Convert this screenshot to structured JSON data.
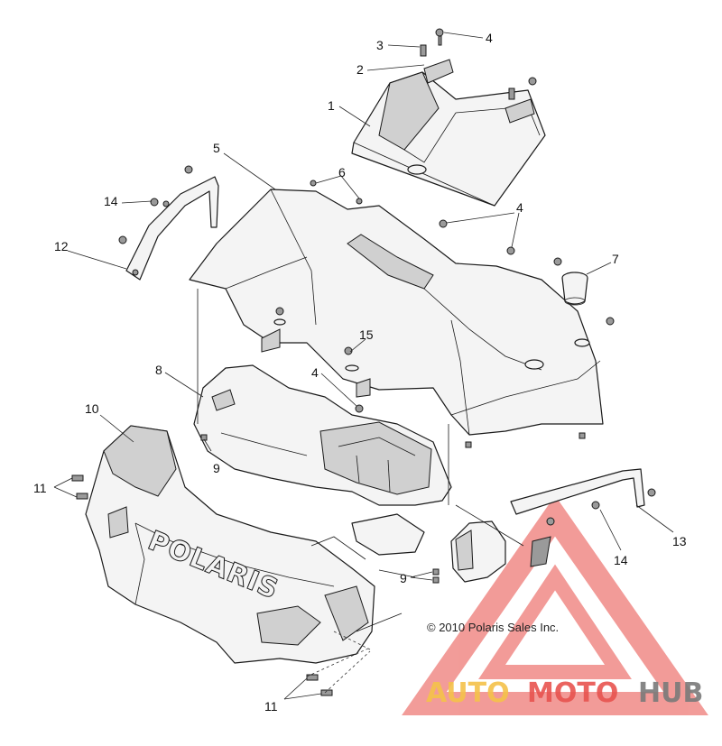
{
  "diagram": {
    "callouts": {
      "c1": "1",
      "c2": "2",
      "c3": "3",
      "c4a": "4",
      "c4b": "4",
      "c4c": "4",
      "c5": "5",
      "c6": "6",
      "c7": "7",
      "c8": "8",
      "c9a": "9",
      "c9b": "9",
      "c10": "10",
      "c11a": "11",
      "c11b": "11",
      "c12": "12",
      "c13": "13",
      "c14a": "14",
      "c14b": "14",
      "c15": "15"
    },
    "copyright": "© 2010 Polaris Sales Inc.",
    "hood_lettering": "POLARIS"
  },
  "watermark": {
    "part1": "AUTO",
    "part2": "MOTO",
    "part3": "HUB",
    "colors": {
      "auto": "#f5c24a",
      "moto": "#e8544f",
      "hub": "#7a7a7a",
      "triangle": "#e84a45"
    }
  }
}
